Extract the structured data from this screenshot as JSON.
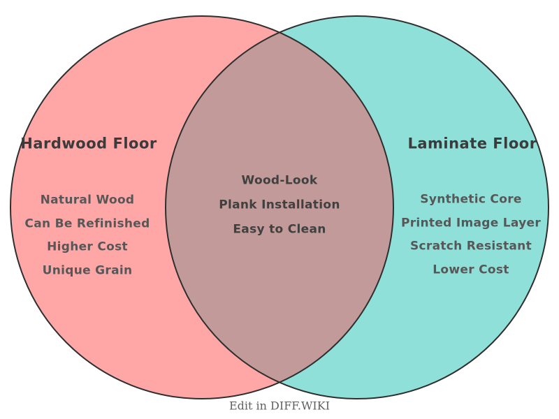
{
  "venn": {
    "left": {
      "label": "Hardwood Floor",
      "items": [
        "Natural Wood",
        "Can Be Refinished",
        "Higher Cost",
        "Unique Grain"
      ],
      "color": "#ffa7a7"
    },
    "right": {
      "label": "Laminate Floor",
      "items": [
        "Synthetic Core",
        "Printed Image Layer",
        "Scratch Resistant",
        "Lower Cost"
      ],
      "color": "#90e0da"
    },
    "overlap": {
      "items": [
        "Wood-Look",
        "Plank Installation",
        "Easy to Clean"
      ],
      "color": "#c29a9a"
    },
    "outline_color": "#2f2f2f"
  },
  "theme": {
    "title-color": "#3b3b3b",
    "item-color": "#575757",
    "center-color": "#404040",
    "caption-color": "#606060"
  },
  "footer": {
    "caption": "Edit in DIFF.WIKI"
  }
}
